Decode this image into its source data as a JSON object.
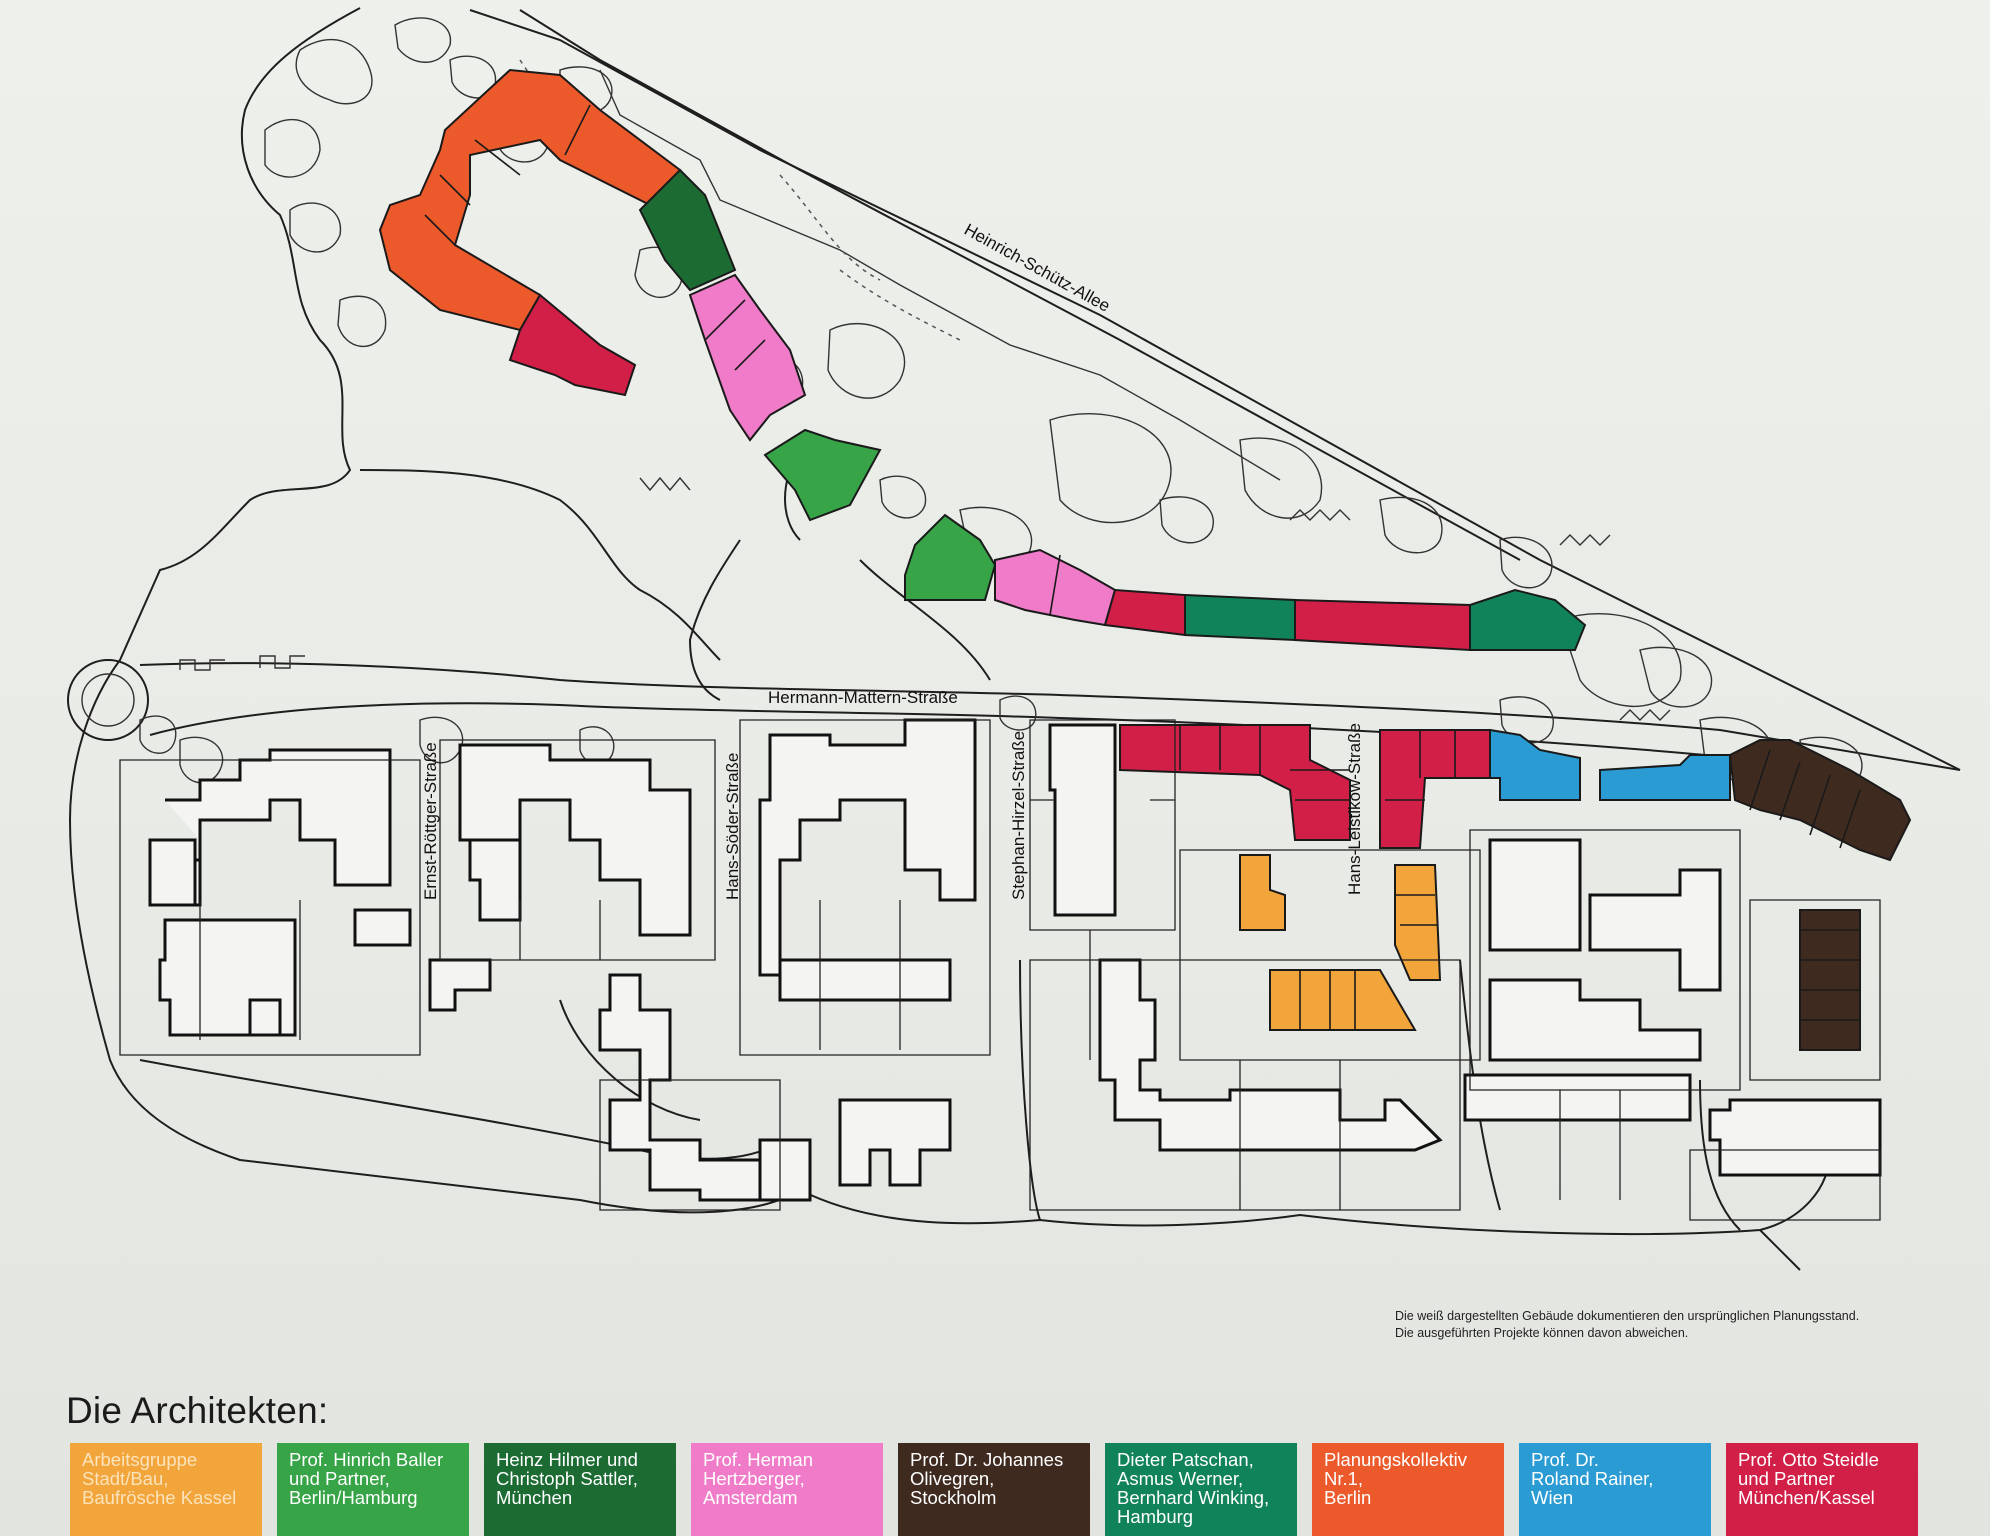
{
  "streets": {
    "heinrich": "Heinrich-Schütz-Allee",
    "hermann": "Hermann-Mattern-Straße",
    "ernst": "Ernst-Röttger-Straße",
    "soder": "Hans-Söder-Straße",
    "hirzel": "Stephan-Hirzel-Straße",
    "leistikow": "Hans-Leistikow-Straße"
  },
  "note": {
    "line1": "Die weiß dargestellten Gebäude dokumentieren den ursprünglichen Planungsstand.",
    "line2": "Die ausgeführten Projekte können davon abweichen."
  },
  "legend": {
    "title": "Die Architekten:",
    "items": [
      {
        "lines": [
          "Arbeitsgruppe",
          "Stadt/Bau,",
          "Baufrösche Kassel"
        ],
        "color": "#f2a53a",
        "text_color": "#fbe3bc"
      },
      {
        "lines": [
          "Prof. Hinrich Baller",
          "und Partner,",
          "Berlin/Hamburg"
        ],
        "color": "#36a447",
        "text_color": "#ffffff"
      },
      {
        "lines": [
          "Heinz Hilmer und",
          "Christoph Sattler,",
          "München"
        ],
        "color": "#1b6b33",
        "text_color": "#ffffff"
      },
      {
        "lines": [
          "Prof. Herman",
          "Hertzberger,",
          "Amsterdam"
        ],
        "color": "#f07cc9",
        "text_color": "#ffffff"
      },
      {
        "lines": [
          "Prof. Dr. Johannes",
          "Olivegren,",
          "Stockholm"
        ],
        "color": "#3f2a20",
        "text_color": "#ffffff"
      },
      {
        "lines": [
          "Dieter Patschan,",
          "Asmus Werner,",
          "Bernhard Winking,",
          "Hamburg"
        ],
        "color": "#10835a",
        "text_color": "#ffffff"
      },
      {
        "lines": [
          "Planungskollektiv",
          "Nr.1,",
          "Berlin"
        ],
        "color": "#ec5a2b",
        "text_color": "#ffffff"
      },
      {
        "lines": [
          "Prof. Dr.",
          "Roland Rainer,",
          "Wien"
        ],
        "color": "#2a9bd3",
        "text_color": "#ffffff"
      },
      {
        "lines": [
          "Prof. Otto Steidle",
          "und Partner",
          "München/Kassel"
        ],
        "color": "#d21f47",
        "text_color": "#ffffff"
      }
    ]
  }
}
